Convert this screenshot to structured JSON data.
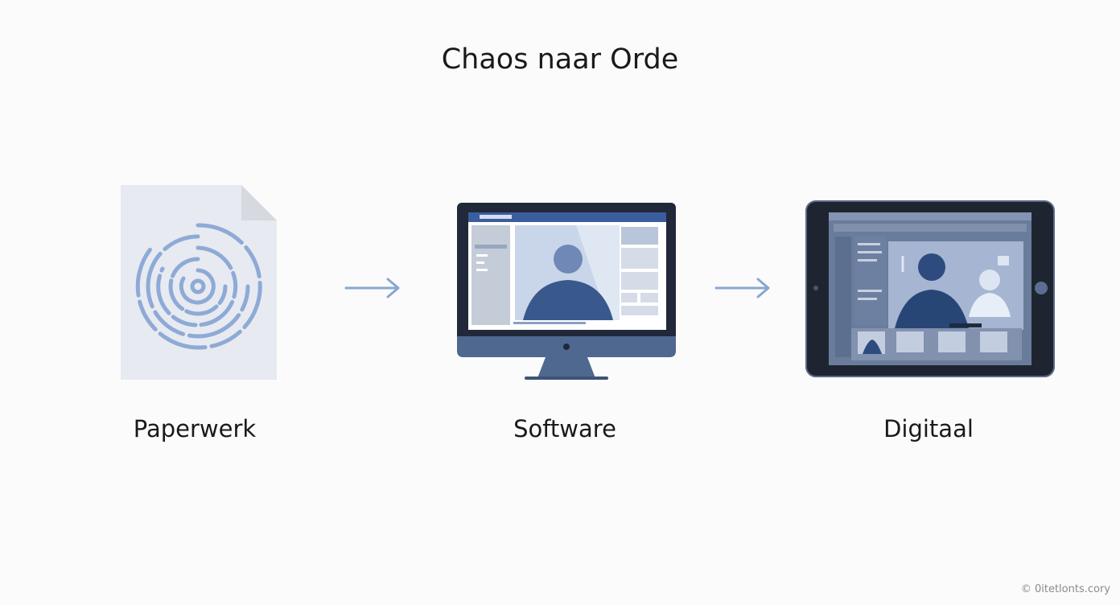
{
  "title": "Chaos naar Orde",
  "stages": [
    {
      "label": "Paperwerk",
      "icon": "document-icon"
    },
    {
      "label": "Software",
      "icon": "monitor-icon"
    },
    {
      "label": "Digitaal",
      "icon": "tablet-icon"
    }
  ],
  "connectors": [
    "arrow-right-icon",
    "arrow-right-icon"
  ],
  "watermark": "© 0itetlonts.cory",
  "colors": {
    "background": "#fbfbfb",
    "paper": "#e6e9ef",
    "accent_blue": "#8aa6d2",
    "navy": "#3d5a85",
    "device_dark": "#1e2530",
    "text": "#1a1a1a"
  }
}
